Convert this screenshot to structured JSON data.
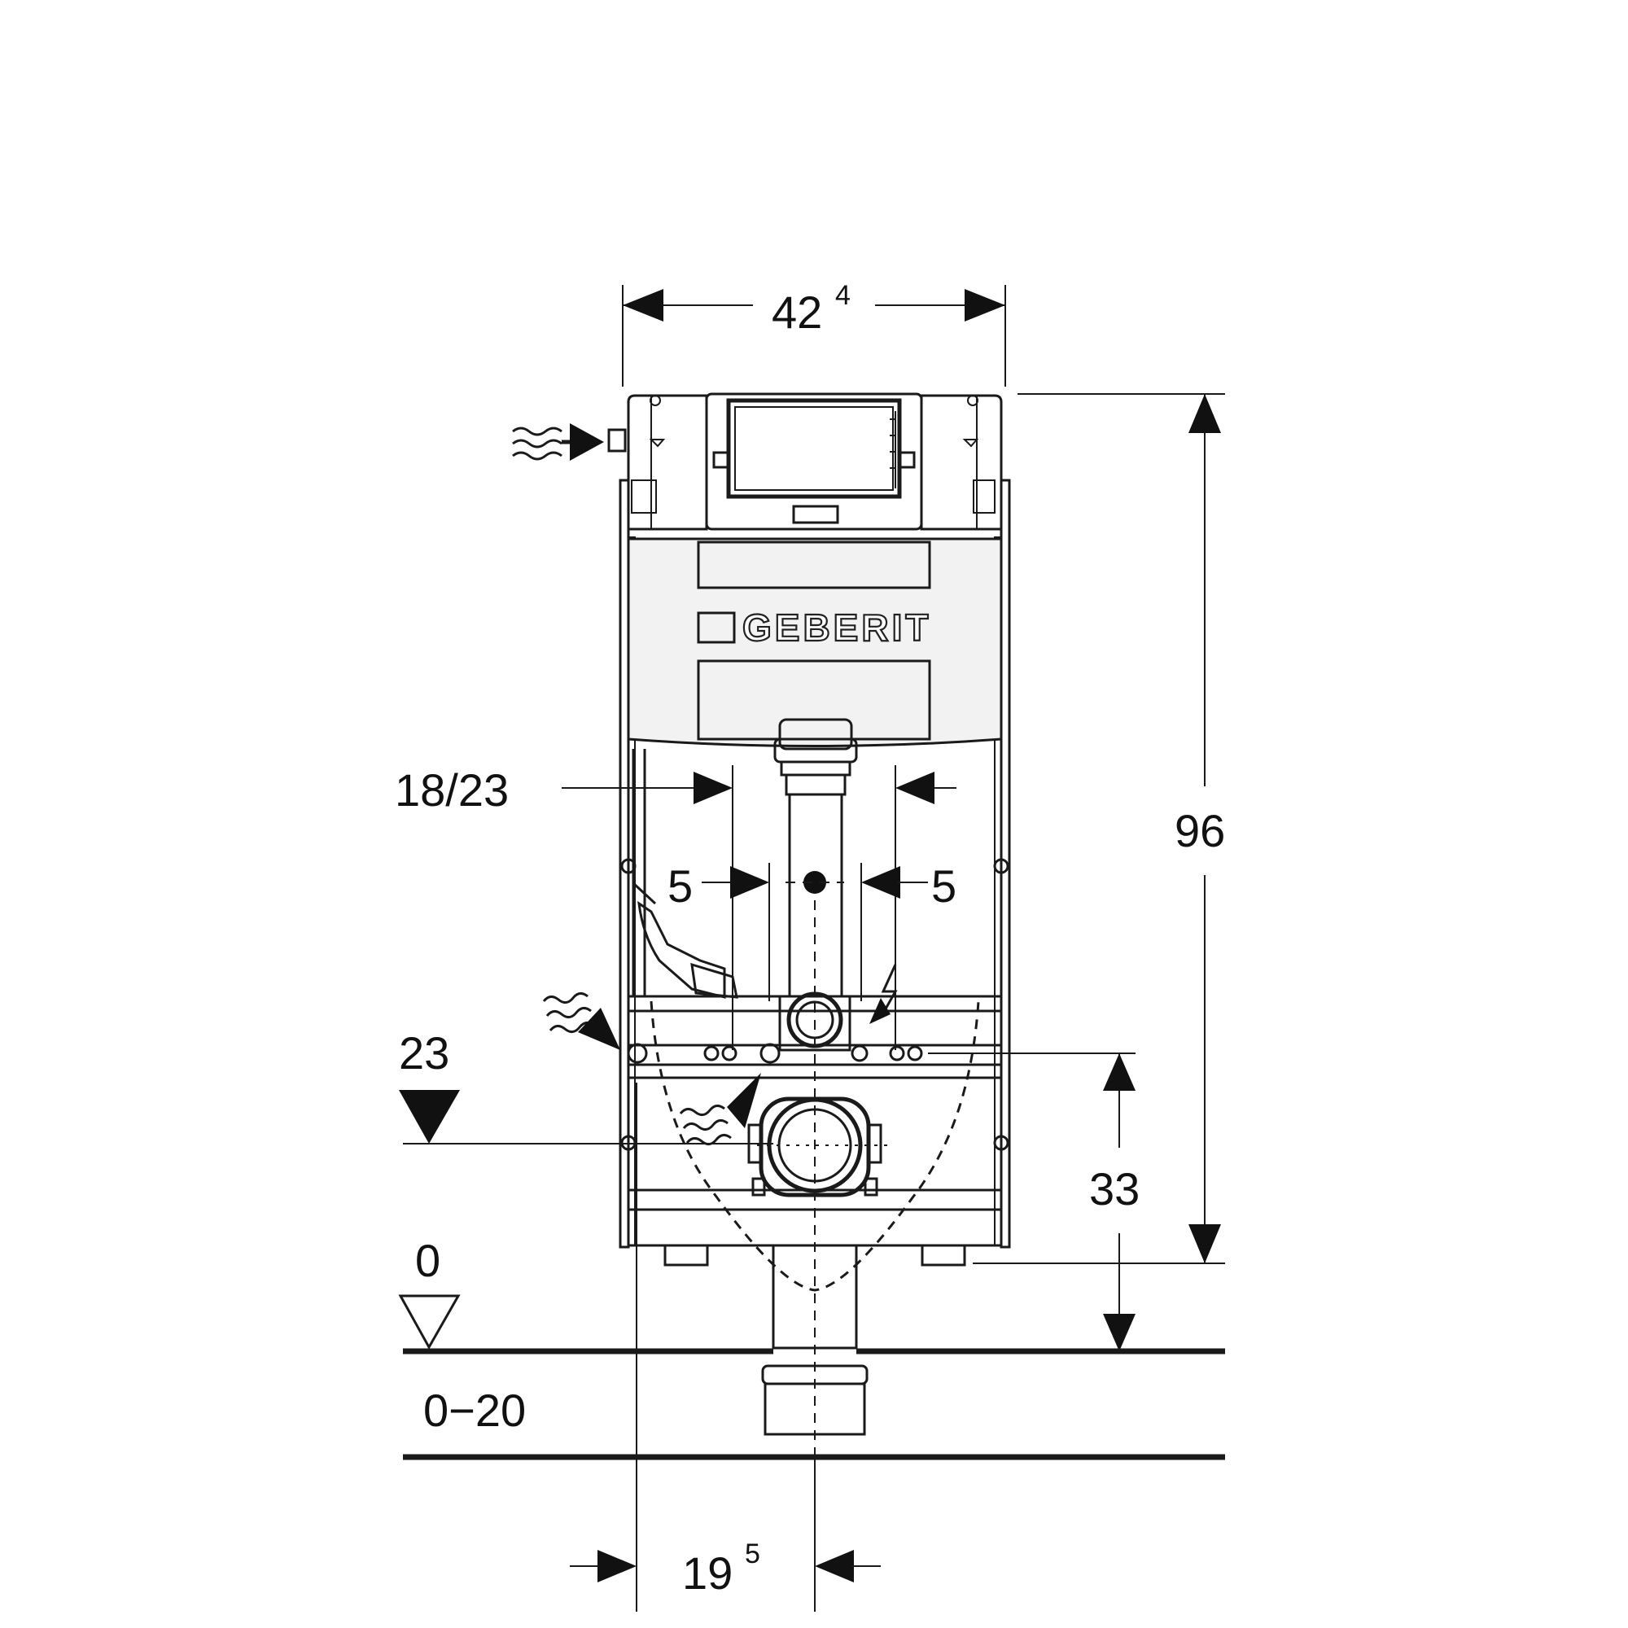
{
  "brand": "GEBERIT",
  "dimensions": {
    "width": {
      "value": "42",
      "superscript": "4"
    },
    "height": "96",
    "connection_distance": "18/23",
    "offset_left": "5",
    "offset_right": "5",
    "level_23": "23",
    "height_33": "33",
    "level_zero": "0",
    "floor_range": "0−20",
    "outlet_offset": {
      "value": "19",
      "superscript": "5"
    }
  },
  "symbols": {
    "water_supply_top": "water-supply-arrow-icon",
    "water_supply_side": "water-supply-arrow-icon",
    "water_supply_bottom": "water-supply-arrow-icon",
    "electrical": "lightning-icon",
    "level_filled": "filled-level-triangle-icon",
    "level_open": "open-level-triangle-icon"
  }
}
